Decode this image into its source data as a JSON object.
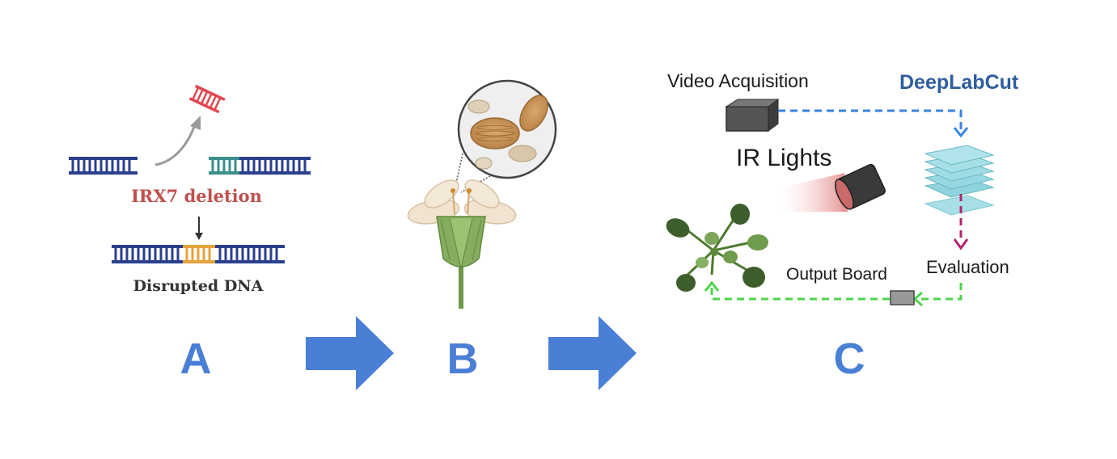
{
  "panels": {
    "a": {
      "letter": "A",
      "deletion_label": "IRX7 deletion",
      "result_label": "Disrupted DNA"
    },
    "b": {
      "letter": "B"
    },
    "c": {
      "letter": "C",
      "video_label": "Video Acquisition",
      "software_label": "DeepLabCut",
      "lights_label": "IR Lights",
      "output_label": "Output Board",
      "evaluation_label": "Evaluation"
    }
  },
  "colors": {
    "arrow": "#4a7fd6",
    "dna_navy": "#2b3f8f",
    "dna_teal": "#3a8f8c",
    "dna_orange": "#e8a23c",
    "guide_red": "#e2474f",
    "flow_blue": "#3b82e0",
    "flow_magenta": "#b0256e",
    "flow_green": "#4cd44c"
  },
  "icons": [
    "dna-strand-icon",
    "rna-fragment-icon",
    "flower-icon",
    "pollen-magnifier-icon",
    "camera-icon",
    "ir-lamp-icon",
    "layers-stack-icon",
    "plant-rosette-icon",
    "output-board-icon"
  ]
}
